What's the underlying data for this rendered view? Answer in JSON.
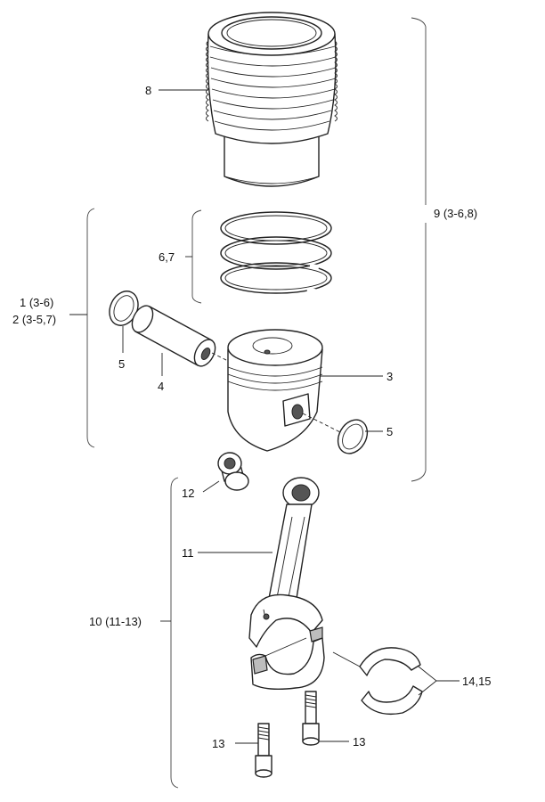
{
  "callouts": {
    "cylinder": "8",
    "cylinder_kit": "9 (3-6,8)",
    "rings": "6,7",
    "piston_kit_a": "1 (3-6)",
    "piston_kit_b": "2 (3-5,7)",
    "circlip_left": "5",
    "pin": "4",
    "piston": "3",
    "circlip_right": "5",
    "bushing": "12",
    "rod": "11",
    "rod_kit": "10 (11-13)",
    "bearings": "14,15",
    "bolt_left": "13",
    "bolt_right": "13"
  }
}
